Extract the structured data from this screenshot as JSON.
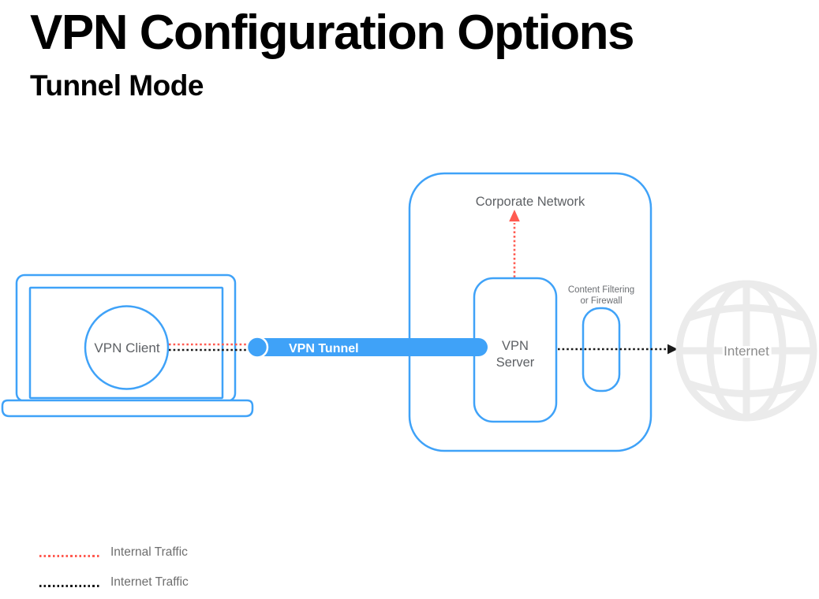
{
  "header": {
    "title": "VPN Configuration Options",
    "subtitle": "Tunnel Mode"
  },
  "diagram": {
    "vpn_client_label": "VPN Client",
    "vpn_tunnel_label": "VPN Tunnel",
    "corporate_network_label": "Corporate Network",
    "vpn_server_label_line1": "VPN",
    "vpn_server_label_line2": "Server",
    "firewall_label_line1": "Content Filtering",
    "firewall_label_line2": "or Firewall",
    "internet_label": "Internet"
  },
  "legend": {
    "items": [
      {
        "label": "Internal Traffic",
        "line_style": "red-dotted"
      },
      {
        "label": "Internet Traffic",
        "line_style": "black-dotted"
      }
    ]
  },
  "colors": {
    "accent_blue": "#3FA2F8",
    "internal_traffic_red": "#FF5B51",
    "internet_traffic_black": "#1A1A1A",
    "globe_gray": "#EBEBEB",
    "label_gray": "#5E6165"
  }
}
